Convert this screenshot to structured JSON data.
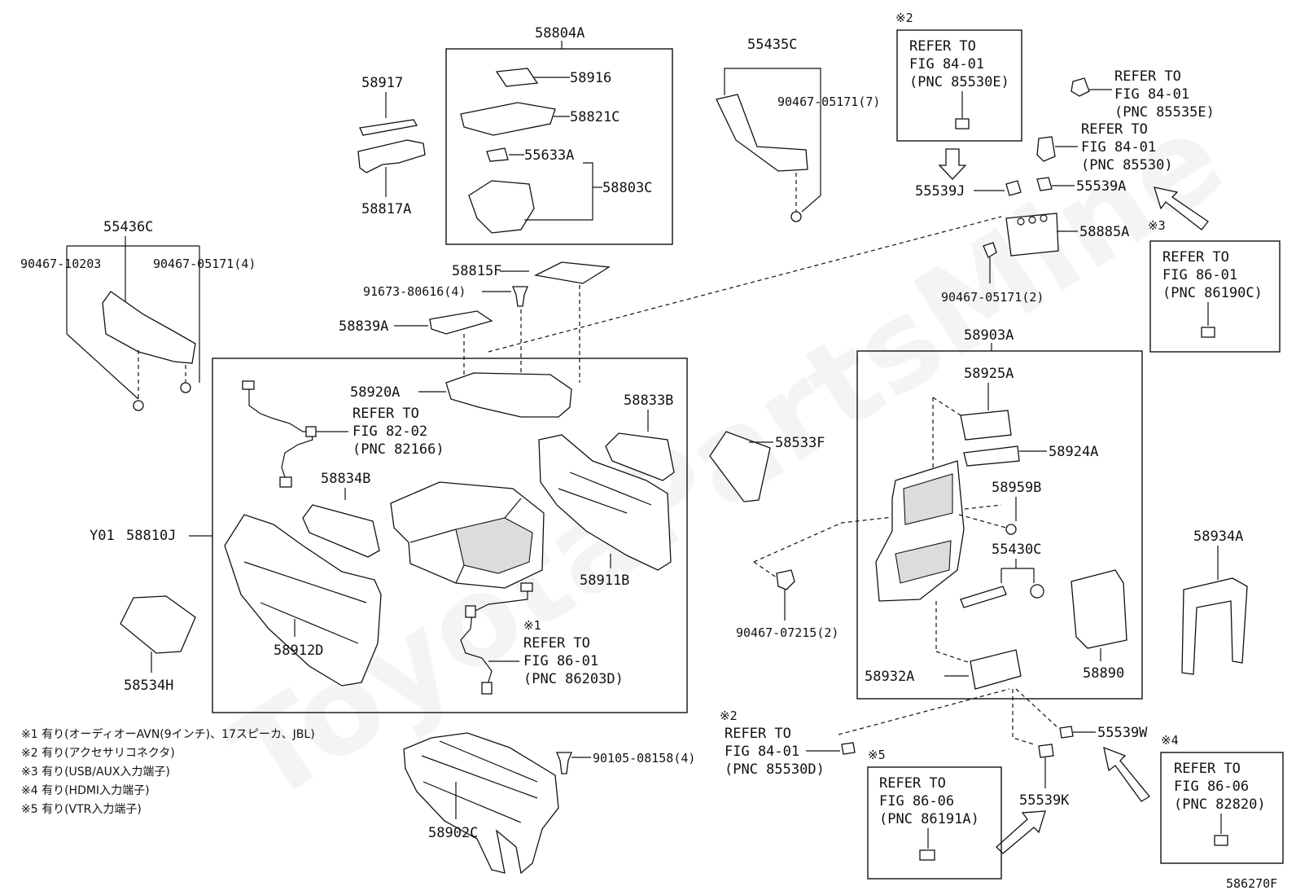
{
  "watermark": "ToyotaPartsMine",
  "diagram_code": "586270F",
  "assemblies": {
    "top_center": "58804A",
    "right_center": "58903A",
    "center_label_prefix": "Y01",
    "center_label": "58810J"
  },
  "labels": {
    "p58917": "58917",
    "p58817A": "58817A",
    "p58916": "58916",
    "p58821C": "58821C",
    "p55633A": "55633A",
    "p58803C": "58803C",
    "p55435C": "55435C",
    "p90467_05171_7": "90467-05171(7)",
    "p55436C": "55436C",
    "p90467_10203": "90467-10203",
    "p90467_05171_4": "90467-05171(4)",
    "p58815F": "58815F",
    "p91673_80616": "91673-80616(4)",
    "p58839A": "58839A",
    "p58920A": "58920A",
    "p58833B": "58833B",
    "p58834B": "58834B",
    "p58911B": "58911B",
    "p58912D": "58912D",
    "p58534H": "58534H",
    "p58533F": "58533F",
    "p90467_07215": "90467-07215(2)",
    "p58902C": "58902C",
    "p90105_08158": "90105-08158(4)",
    "p55539J": "55539J",
    "p55539A": "55539A",
    "p58885A": "58885A",
    "p90467_05171_2": "90467-05171(2)",
    "p58925A": "58925A",
    "p58924A": "58924A",
    "p58959B": "58959B",
    "p55430C": "55430C",
    "p58932A": "58932A",
    "p58890": "58890",
    "p58934A": "58934A",
    "p55539W": "55539W",
    "p55539K": "55539K"
  },
  "refer_boxes": {
    "box_84_01_85530E": {
      "mark": "※2",
      "line1": "REFER TO",
      "line2": "FIG 84-01",
      "line3": "(PNC 85530E)"
    },
    "box_86_01_86190C": {
      "mark": "※3",
      "line1": "REFER TO",
      "line2": "FIG 86-01",
      "line3": "(PNC 86190C)"
    },
    "box_86_06_86191A": {
      "mark": "※5",
      "line1": "REFER TO",
      "line2": "FIG 86-06",
      "line3": "(PNC 86191A)"
    },
    "box_86_06_82820": {
      "mark": "※4",
      "line1": "REFER TO",
      "line2": "FIG 86-06",
      "line3": "(PNC 82820)"
    }
  },
  "refer_texts": {
    "ref_85535E": {
      "line1": "REFER TO",
      "line2": "FIG 84-01",
      "line3": "(PNC 85535E)"
    },
    "ref_85530": {
      "line1": "REFER TO",
      "line2": "FIG 84-01",
      "line3": "(PNC 85530)"
    },
    "ref_82166": {
      "line1": "REFER TO",
      "line2": "FIG 82-02",
      "line3": "(PNC 82166)"
    },
    "ref_86203D": {
      "mark": "※1",
      "line1": "REFER TO",
      "line2": "FIG 86-01",
      "line3": "(PNC 86203D)"
    },
    "ref_85530D": {
      "mark": "※2",
      "line1": "REFER TO",
      "line2": "FIG 84-01",
      "line3": "(PNC 85530D)"
    }
  },
  "notes": [
    "※1 有り(オーディオーAVN(9インチ)、17スピーカ、JBL)",
    "※2 有り(アクセサリコネクタ)",
    "※3 有り(USB/AUX入力端子)",
    "※4 有り(HDMI入力端子)",
    "※5 有り(VTR入力端子)"
  ]
}
